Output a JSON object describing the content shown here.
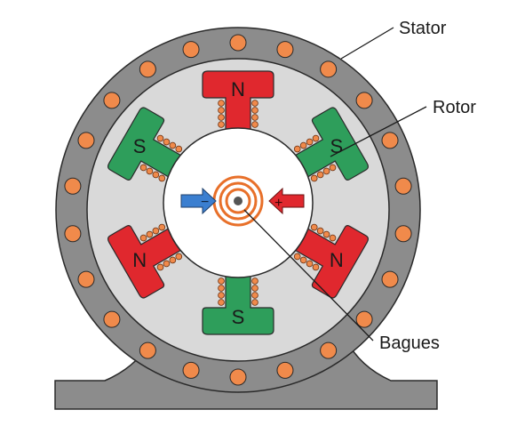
{
  "labels": {
    "stator": "Stator",
    "rotor": "Rotor",
    "rings": "Bagues"
  },
  "poles": {
    "top": "N",
    "upper_left": "S",
    "upper_right": "S",
    "lower_left": "N",
    "lower_right": "N",
    "bottom": "S"
  },
  "brush_signs": {
    "left": "−",
    "right": "+"
  },
  "colors": {
    "stator": "#8c8c8c",
    "stator_inner": "#d9d9d9",
    "conductor": "#f08a4b",
    "north_pole": "#e0282e",
    "south_pole": "#2e9e5b",
    "winding": "#f08a4b",
    "ring": "#e8702a",
    "brush_negative": "#3b7fd0",
    "brush_positive": "#e0282e"
  }
}
